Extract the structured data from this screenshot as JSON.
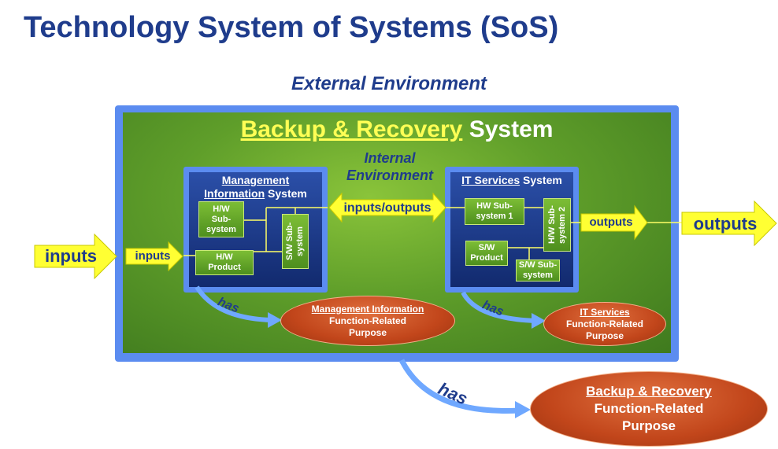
{
  "title": "Technology System of Systems (SoS)",
  "external_environment": "External Environment",
  "backup_recovery": {
    "title_underlined": "Backup & Recovery",
    "title_rest": "System",
    "internal_environment": [
      "Internal",
      "Environment"
    ]
  },
  "management_system": {
    "title_line1": "Management",
    "title_line2_underlined": "Information",
    "title_line2_rest": "System",
    "hw_subsystem": [
      "H/W",
      "Sub-",
      "system"
    ],
    "hw_product": [
      "H/W",
      "Product"
    ],
    "sw_subsystem": "S/W Sub-system"
  },
  "it_services_system": {
    "title_underlined": "IT Services",
    "title_rest": "System",
    "hw_subsystem_1": [
      "HW Sub-",
      "system 1"
    ],
    "hw_subsystem_2": "H/W Sub-system 2",
    "sw_product": [
      "S/W",
      "Product"
    ],
    "sw_subsystem": [
      "S/W Sub-",
      "system"
    ]
  },
  "arrows": {
    "inputs_outer": "inputs",
    "inputs_inner": "inputs",
    "inputs_outputs": "inputs/outputs",
    "outputs_inner": "outputs",
    "outputs_outer": "outputs"
  },
  "has_labels": {
    "management": "has",
    "it_services": "has",
    "backup": "has"
  },
  "purposes": {
    "management": {
      "title": "Management Information",
      "line2": "Function-Related",
      "line3": "Purpose"
    },
    "it_services": {
      "title": "IT Services",
      "line2": "Function-Related",
      "line3": "Purpose"
    },
    "backup": {
      "title": "Backup & Recovery",
      "line2": "Function-Related",
      "line3": "Purpose"
    }
  },
  "colors": {
    "title_blue": "#1f3c8c",
    "frame_blue": "#5b8cf0",
    "arrow_yellow": "#ffff33",
    "green": "#5f9e2a",
    "ellipse_orange": "#c2461b"
  }
}
